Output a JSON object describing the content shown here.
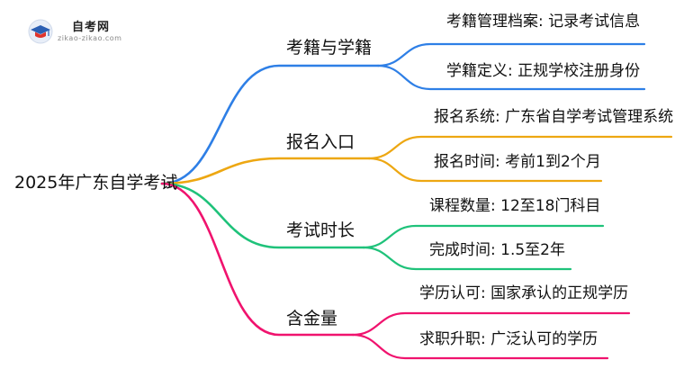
{
  "logo": {
    "name": "自考网",
    "url": "zikao-zikao.com"
  },
  "root": {
    "label": "2025年广东自学考试"
  },
  "branches": [
    {
      "label": "考籍与学籍",
      "color": "#2e7fe6",
      "leaves": [
        "考籍管理档案: 记录考试信息",
        "学籍定义: 正规学校注册身份"
      ]
    },
    {
      "label": "报名入口",
      "color": "#eda712",
      "leaves": [
        "报名系统: 广东省自学考试管理系统",
        "报名时间: 考前1到2个月"
      ]
    },
    {
      "label": "考试时长",
      "color": "#1fc27a",
      "leaves": [
        "课程数量: 12至18门科目",
        "完成时间: 1.5至2年"
      ]
    },
    {
      "label": "含金量",
      "color": "#f0136e",
      "leaves": [
        "学历认可: 国家承认的正规学历",
        "求职升职: 广泛认可的学历"
      ]
    }
  ]
}
